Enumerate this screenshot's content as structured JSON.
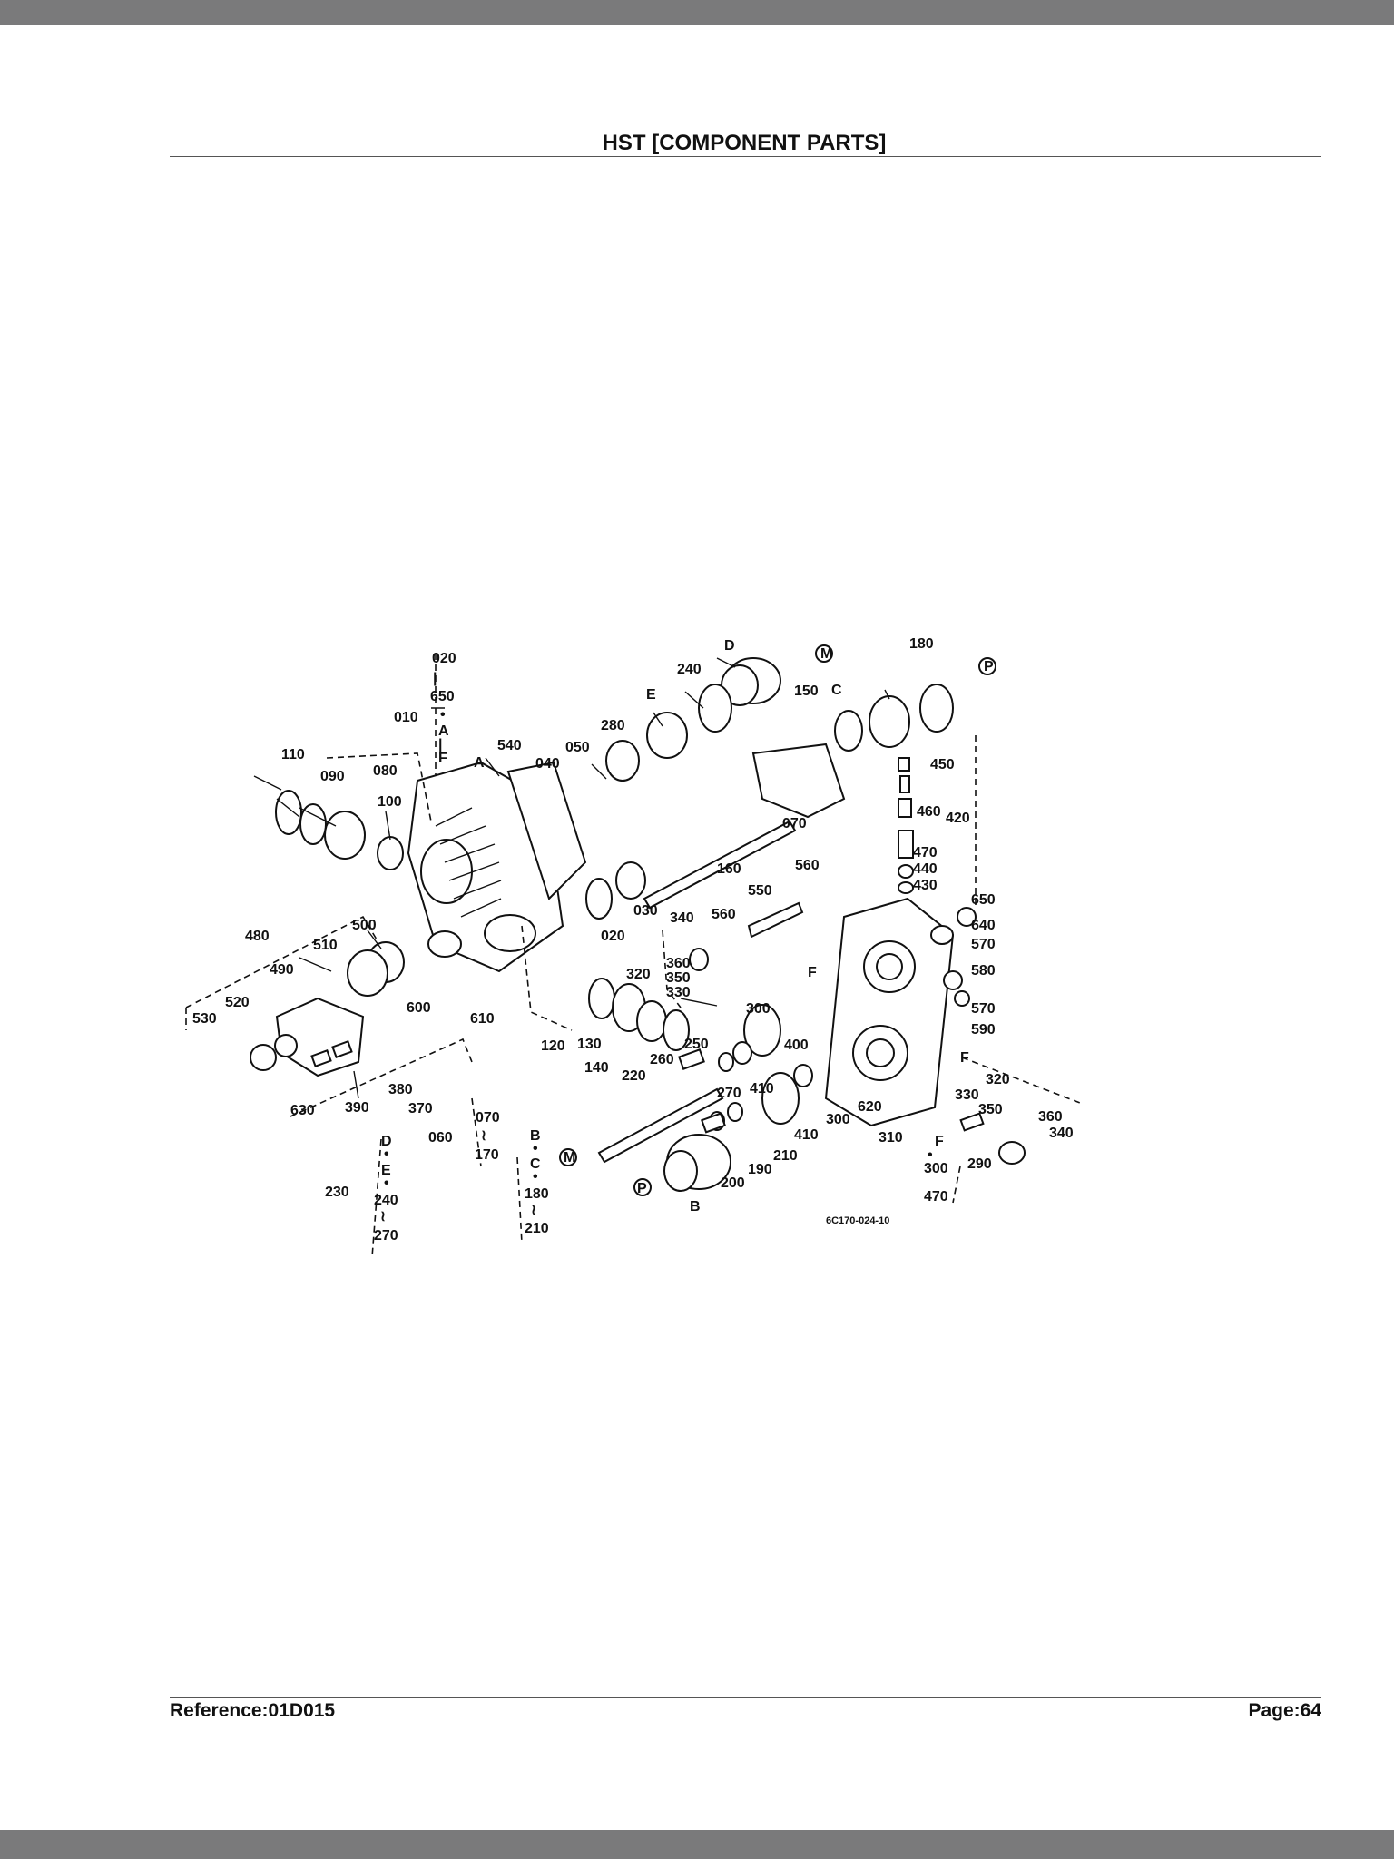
{
  "header": {
    "title": "HST [COMPONENT PARTS]"
  },
  "footer": {
    "reference": "Reference:01D015",
    "page": "Page:64"
  },
  "diagram": {
    "figure_ref": "6C170-024-10",
    "callouts": [
      "010",
      "020",
      "030",
      "040",
      "050",
      "060",
      "070",
      "080",
      "090",
      "100",
      "110",
      "120",
      "130",
      "140",
      "150",
      "160",
      "170",
      "180",
      "190",
      "200",
      "210",
      "220",
      "230",
      "240",
      "250",
      "260",
      "270",
      "280",
      "290",
      "300",
      "310",
      "320",
      "330",
      "340",
      "350",
      "360",
      "370",
      "380",
      "390",
      "400",
      "410",
      "420",
      "430",
      "440",
      "450",
      "460",
      "470",
      "480",
      "490",
      "500",
      "510",
      "520",
      "530",
      "540",
      "550",
      "560",
      "570",
      "580",
      "590",
      "600",
      "610",
      "620",
      "630",
      "640",
      "650"
    ],
    "letters": [
      "A",
      "B",
      "C",
      "D",
      "E",
      "F",
      "M",
      "P"
    ]
  }
}
